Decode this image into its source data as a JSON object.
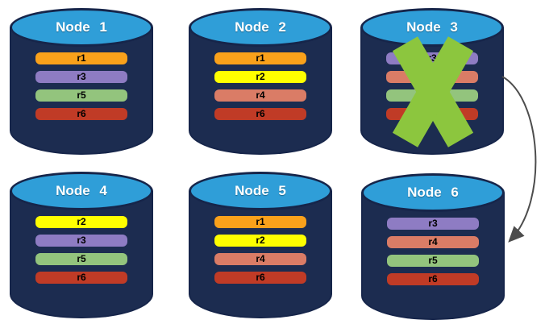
{
  "diagram": {
    "description": "Database nodes with replica partitions; failed node with failover arrow"
  },
  "colors": {
    "cyl_body": "#1C2C50",
    "cyl_top": "#2F9ED8",
    "cyl_border": "#16254A",
    "fail_x": "#8CC63E",
    "arrow": "#4D4D4D"
  },
  "replica_colors": {
    "r1": "#F9A11B",
    "r2": "#FFFF00",
    "r3": "#8E7CC3",
    "r4": "#DA7C66",
    "r5": "#93C47D",
    "r6": "#C03B26"
  },
  "nodes": [
    {
      "label": "Node 1",
      "replicas": [
        "r1",
        "r3",
        "r5",
        "r6"
      ],
      "failed": false
    },
    {
      "label": "Node 2",
      "replicas": [
        "r1",
        "r2",
        "r4",
        "r6"
      ],
      "failed": false
    },
    {
      "label": "Node 3",
      "replicas": [
        "r3",
        "r4",
        "r5",
        "r6"
      ],
      "failed": true
    },
    {
      "label": "Node 4",
      "replicas": [
        "r2",
        "r3",
        "r5",
        "r6"
      ],
      "failed": false
    },
    {
      "label": "Node 5",
      "replicas": [
        "r1",
        "r2",
        "r4",
        "r6"
      ],
      "failed": false
    },
    {
      "label": "Node 6",
      "replicas": [
        "r3",
        "r4",
        "r5",
        "r6"
      ],
      "failed": false
    }
  ],
  "arrow": {
    "from": "Node 3",
    "to": "Node 6"
  }
}
